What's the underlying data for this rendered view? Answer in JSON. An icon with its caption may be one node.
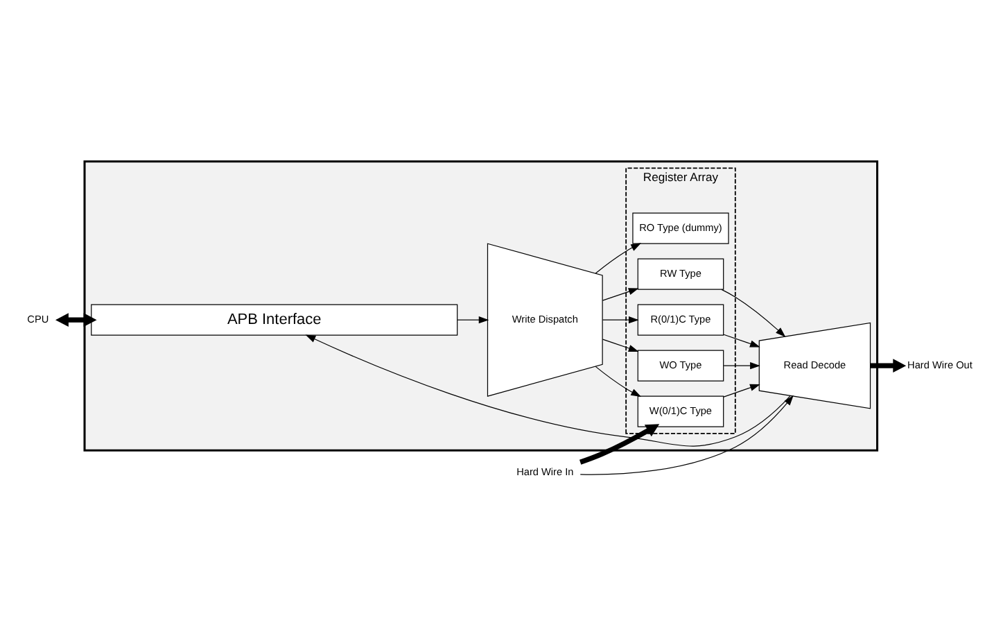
{
  "diagram": {
    "nodes": [
      {
        "text": [],
        "shape": "box"
      },
      {
        "text": [
          "Register Array"
        ],
        "in": 0
      },
      {
        "text": [
          "RO Type (dummy)"
        ],
        "in": 1
      },
      {
        "text": [
          "RW Type"
        ],
        "in": 1
      },
      {
        "text": [
          "R(0/1)C Type"
        ],
        "in": 1
      },
      {
        "text": [
          "WO Type"
        ],
        "in": 1
      },
      {
        "text": [
          "W(0/1)C Type"
        ],
        "in": 1
      },
      {
        "text": [
          "Write Dispatch"
        ],
        "in": 0
      },
      {
        "text": [
          "Read Decode"
        ],
        "in": 0
      },
      {
        "text": [
          "APB Interface"
        ],
        "in": 0
      },
      {
        "text": [
          "CPU"
        ]
      },
      {
        "text": [
          "Hard Wire In"
        ]
      },
      {
        "text": [
          "Hard Wire Out"
        ]
      }
    ],
    "edges": [
      {
        "from": 10,
        "to": 9,
        "arrow": "both",
        "style": "thick"
      },
      {
        "from": 9,
        "to": 7,
        "arrow": "to"
      },
      {
        "from": 7,
        "to": 2,
        "arrow": "to"
      },
      {
        "from": 7,
        "to": 3,
        "arrow": "to"
      },
      {
        "from": 7,
        "to": 4,
        "arrow": "to"
      },
      {
        "from": 7,
        "to": 5,
        "arrow": "to"
      },
      {
        "from": 7,
        "to": 6,
        "arrow": "to"
      },
      {
        "from": 11,
        "to": 8,
        "arrow": "to"
      },
      {
        "from": 3,
        "to": 8,
        "arrow": "to"
      },
      {
        "from": 4,
        "to": 8,
        "arrow": "to"
      },
      {
        "from": 5,
        "to": 8,
        "arrow": "to"
      },
      {
        "from": 6,
        "to": 8,
        "arrow": "to"
      },
      {
        "from": 11,
        "to": 6,
        "arrow": "to",
        "style": "thick"
      },
      {
        "from": 8,
        "to": 12,
        "arrow": "to",
        "style": "thick"
      },
      {
        "from": 8,
        "to": 9,
        "arrow": "to"
      }
    ]
  }
}
